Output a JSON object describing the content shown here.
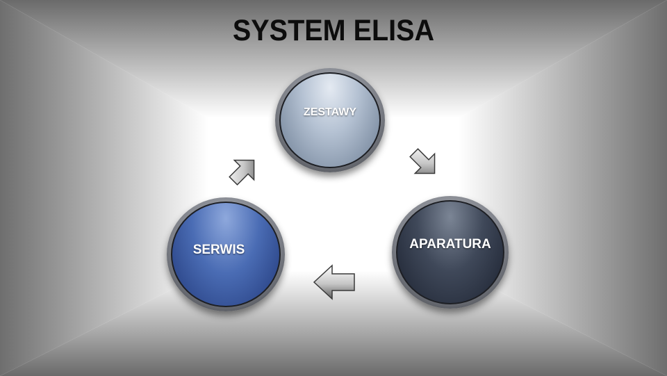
{
  "title": "SYSTEM ELISA",
  "nodes": {
    "zestawy": "ZESTAWY",
    "aparatura": "APARATURA",
    "serwis": "SERWIS"
  },
  "flow": [
    {
      "from": "ZESTAWY",
      "to": "APARATURA",
      "icon": "arrow-down-right-icon"
    },
    {
      "from": "APARATURA",
      "to": "SERWIS",
      "icon": "arrow-left-icon"
    },
    {
      "from": "SERWIS",
      "to": "ZESTAWY",
      "icon": "arrow-up-right-icon"
    }
  ],
  "colors": {
    "zestawy": "#b5c2d3",
    "serwis": "#3b5ba8",
    "aparatura": "#3a4355",
    "background_edge": "#6e6e6e",
    "background_center": "#ffffff"
  }
}
